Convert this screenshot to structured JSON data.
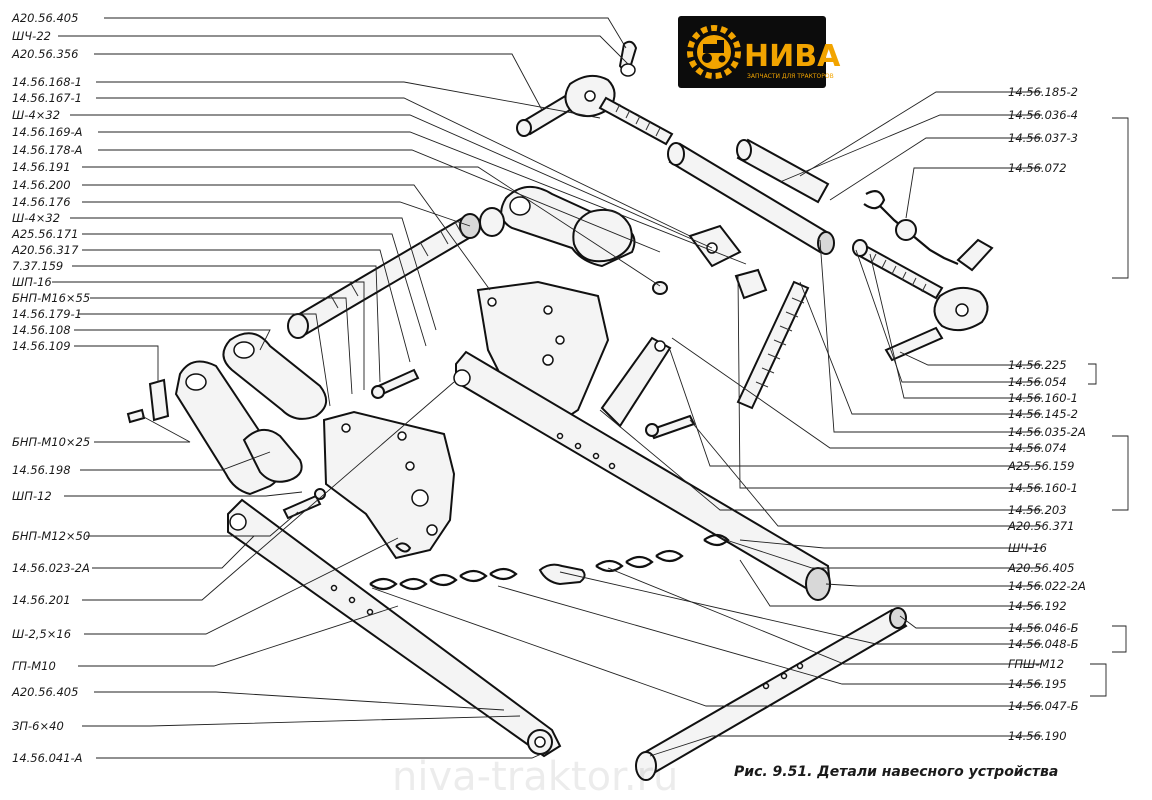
{
  "left_labels": [
    "А20.56.405",
    "ШЧ-22",
    "А20.56.356",
    "14.56.168-1",
    "14.56.167-1",
    "Ш-4×32",
    "14.56.169-А",
    "14.56.178-А",
    "14.56.191",
    "14.56.200",
    "14.56.176",
    "Ш-4×32",
    "А25.56.171",
    "А20.56.317",
    "7.37.159",
    "ШП-16",
    "БНП-М16×55",
    "14.56.179-1",
    "14.56.108",
    "14.56.109",
    "БНП-М10×25",
    "14.56.198",
    "ШП-12",
    "БНП-М12×50",
    "14.56.023-2А",
    "14.56.201",
    "Ш-2,5×16",
    "ГП-М10",
    "А20.56.405",
    "ЗП-6×40",
    "14.56.041-А"
  ],
  "right_labels": [
    "14.56.185-2",
    "14.56.036-4",
    "14.56.037-3",
    "14.56.072",
    "14.56.225",
    "14.56.054",
    "14.56.160-1",
    "14.56.145-2",
    "14.56.035-2А",
    "14.56.074",
    "А25.56.159",
    "14.56.160-1",
    "14.56.203",
    "А20.56.371",
    "ШЧ-16",
    "А20.56.405",
    "14.56.022-2А",
    "14.56.192",
    "14.56.046-Б",
    "14.56.048-Б",
    "ГПШ-М12",
    "14.56.195",
    "14.56.047-Б",
    "14.56.190"
  ],
  "caption": "Рис. 9.51. Детали навесного устройства",
  "logo": {
    "name": "НИВА",
    "tagline": "ЗАПЧАСТИ ДЛЯ ТРАКТОРОВ"
  },
  "watermark": "niva-traktor.ru"
}
